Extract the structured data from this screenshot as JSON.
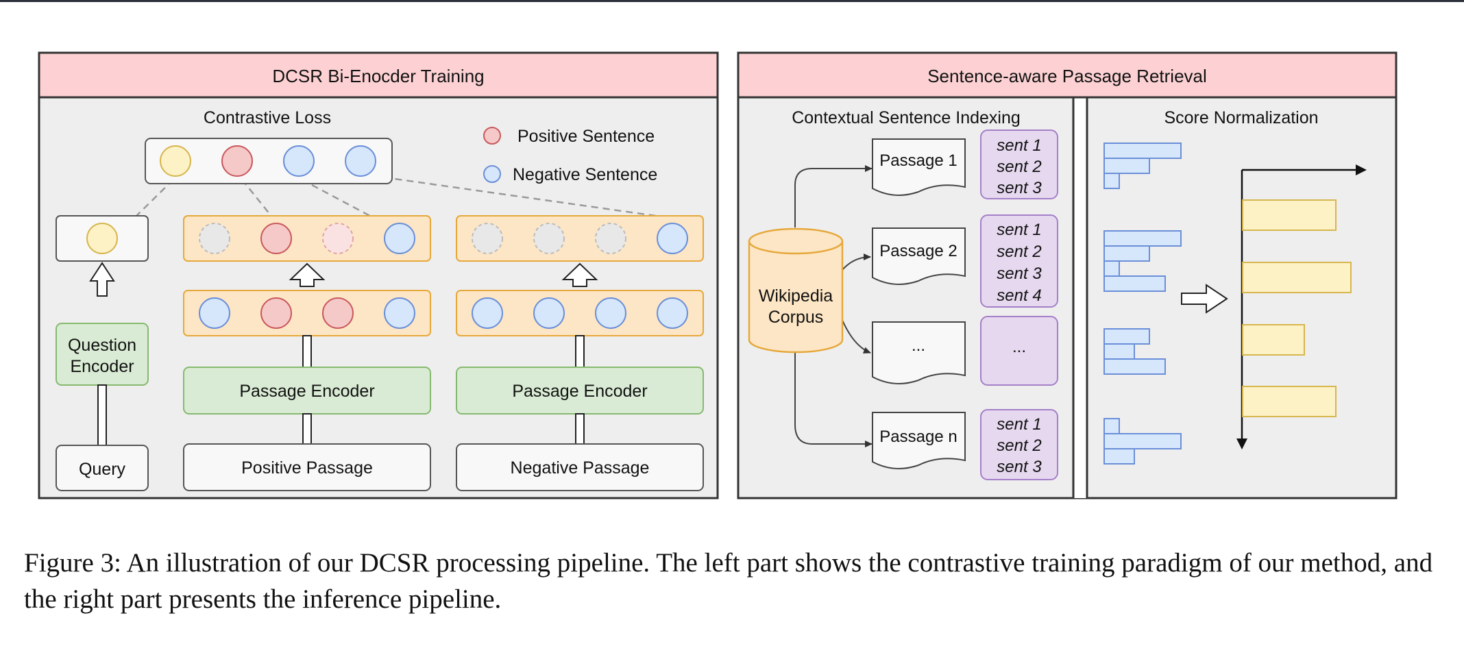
{
  "left_panel": {
    "title": "DCSR Bi-Enocder Training",
    "contrastive_loss": "Contrastive Loss",
    "legend": {
      "positive": "Positive Sentence",
      "negative": "Negative Sentence"
    },
    "question_encoder": [
      "Question",
      "Encoder"
    ],
    "passage_encoder_label": "Passage Encoder",
    "query_label": "Query",
    "positive_passage": "Positive Passage",
    "negative_passage": "Negative Passage"
  },
  "right_panel": {
    "title": "Sentence-aware Passage Retrieval",
    "indexing_title": "Contextual  Sentence Indexing",
    "corpus": [
      "Wikipedia",
      "Corpus"
    ],
    "passages": [
      {
        "label": "Passage 1",
        "sents": [
          "sent 1",
          "sent 2",
          "sent 3"
        ]
      },
      {
        "label": "Passage 2",
        "sents": [
          "sent 1",
          "sent 2",
          "sent 3",
          "sent 4"
        ]
      },
      {
        "label": "...",
        "sents": [
          "..."
        ]
      },
      {
        "label": "Passage n",
        "sents": [
          "sent 1",
          "sent 2",
          "sent 3"
        ]
      }
    ],
    "score_title": "Score Normalization"
  },
  "colors": {
    "header_pink": "#fdd1d3",
    "panel_gray": "#eeeeee",
    "orange_fill": "#fde6c5",
    "orange_stroke": "#e6a83b",
    "green_fill": "#d9ebd4",
    "green_stroke": "#86b96f",
    "blue_fill": "#d6e6fb",
    "blue_stroke": "#6a8fd8",
    "red_fill": "#f6c9c9",
    "red_stroke": "#c9595e",
    "yellow_fill": "#fdf1c6",
    "yellow_stroke": "#d6b64e",
    "purple_fill": "#e5d8ef",
    "purple_stroke": "#a57fc8"
  },
  "caption": "Figure 3: An illustration of our DCSR processing pipeline. The left part shows the contrastive training paradigm of our method, and the right part presents the inference pipeline."
}
